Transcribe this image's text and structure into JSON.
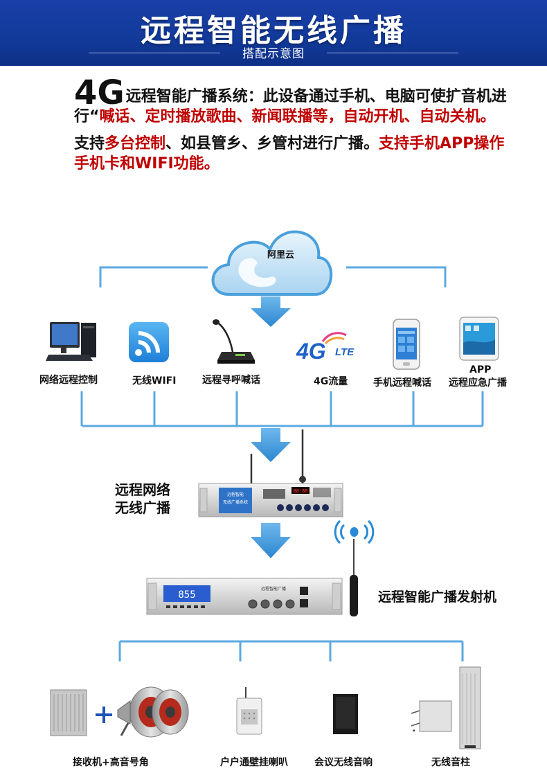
{
  "header": {
    "title": "远程智能无线广播",
    "subtitle": "搭配示意图"
  },
  "intro": {
    "lead_big": "4G",
    "p1_a": "远程智能广播系统：此设备通过手机、电脑可使扩音机进行“",
    "p1_red": "喊话、定时播放歌曲、新闻联播等，自动开机、自动关机。",
    "p2_a": "支持",
    "p2_red1": "多台控制",
    "p2_b": "、如县管乡、乡管村进行广播。",
    "p2_red2": "支持手机APP操作手机卡和WIFI功能。"
  },
  "cloud": {
    "label": "阿里云"
  },
  "inputs": [
    {
      "label": "网络远程控制"
    },
    {
      "label": "无线WIFI"
    },
    {
      "label": "远程寻呼喊话"
    },
    {
      "label": "4G流量"
    },
    {
      "label": "手机远程喊话"
    },
    {
      "label": "APP",
      "label2": "远程应急广播"
    }
  ],
  "logo_4g": {
    "main": "4G",
    "sub": "LTE"
  },
  "devices": {
    "controller_label_1": "远程网络",
    "controller_label_2": "无线广播",
    "controller_screen_1": "远程智能",
    "controller_screen_2": "无线广播系统",
    "controller_display": "88:88",
    "transmitter_label": "远程智能广播发射机",
    "transmitter_display": "855",
    "transmitter_brand": "远程智能广播"
  },
  "outputs": [
    {
      "label": "接收机+高音号角"
    },
    {
      "label": "户户通壁挂喇叭"
    },
    {
      "label": "会议无线音响"
    },
    {
      "label": "无线音柱"
    }
  ],
  "colors": {
    "header_blue": "#123a9a",
    "accent_red": "#c00000",
    "line_blue": "#5aa9e0",
    "arrow_blue": "#3d9be0"
  }
}
